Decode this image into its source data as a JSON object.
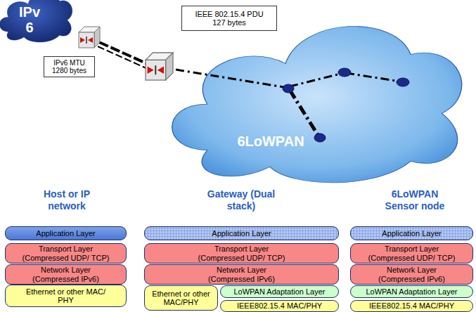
{
  "diagram": {
    "nodes": [
      {
        "text": [
          "IPv 6"
        ]
      },
      {
        "text": [
          "IPv6 MTU 1280 bytes"
        ]
      },
      {
        "text": [
          "IEEE 802.15.4 PDU 127 bytes"
        ]
      },
      {
        "text": [
          "6LoWPAN"
        ]
      },
      {
        "text": [
          "Application Layer"
        ]
      },
      {
        "text": [
          "Transport Layer (Compressed UDP/ TCP)"
        ]
      },
      {
        "text": [
          "Network Layer (Compressed IPv6)"
        ]
      },
      {
        "text": [
          "Ethernet or other MAC/ PHY"
        ]
      },
      {
        "text": [
          "Application Layer"
        ]
      },
      {
        "text": [
          "Transport Layer (Compressed UDP/ TCP)"
        ]
      },
      {
        "text": [
          "Network Layer (Compressed IPv6)"
        ]
      },
      {
        "text": [
          "Ethernet or other MAC/PHY"
        ]
      },
      {
        "text": [
          "LoWPAN Adaptation Layer"
        ]
      },
      {
        "text": [
          "IEEE802.15.4 MAC/PHY"
        ]
      },
      {
        "text": [
          "Application Layer"
        ]
      },
      {
        "text": [
          "Transport Layer (Compressed UDP/ TCP)"
        ]
      },
      {
        "text": [
          "Network Layer (Compressed IPv6)"
        ]
      },
      {
        "text": [
          "LoWPAN Adaptation Layer"
        ]
      },
      {
        "text": [
          "IEEE802.15.4 MAC/PHY"
        ]
      }
    ],
    "labels": [
      "Host or IP network",
      "Gateway (Dual stack)",
      "6LoWPAN Sensor node"
    ]
  }
}
